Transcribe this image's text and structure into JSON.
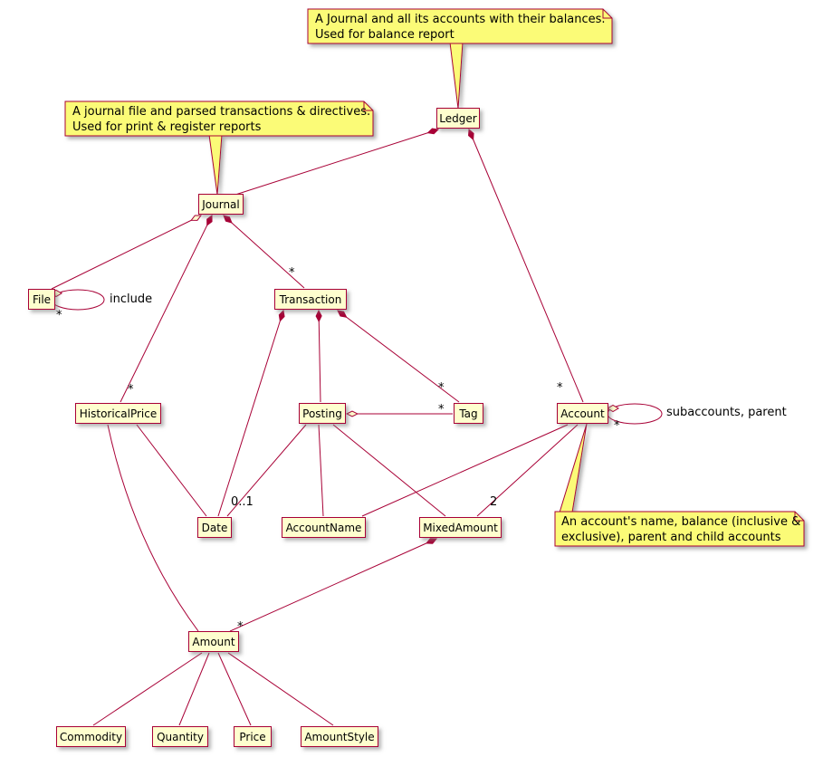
{
  "diagram": {
    "type": "uml-class-diagram",
    "nodes": {
      "ledger": {
        "label": "Ledger"
      },
      "journal": {
        "label": "Journal"
      },
      "file": {
        "label": "File"
      },
      "transaction": {
        "label": "Transaction"
      },
      "historicalprice": {
        "label": "HistoricalPrice"
      },
      "posting": {
        "label": "Posting"
      },
      "tag": {
        "label": "Tag"
      },
      "account": {
        "label": "Account"
      },
      "date": {
        "label": "Date"
      },
      "accountname": {
        "label": "AccountName"
      },
      "mixedamount": {
        "label": "MixedAmount"
      },
      "amount": {
        "label": "Amount"
      },
      "commodity": {
        "label": "Commodity"
      },
      "quantity": {
        "label": "Quantity"
      },
      "price": {
        "label": "Price"
      },
      "amountstyle": {
        "label": "AmountStyle"
      }
    },
    "notes": {
      "ledger": {
        "line1": "A Journal and all its accounts with their balances.",
        "line2": "Used for balance report"
      },
      "journal": {
        "line1": "A journal file and parsed transactions & directives.",
        "line2": "Used for print & register reports"
      },
      "account": {
        "line1": "An account's name, balance (inclusive &",
        "line2": "exclusive), parent and child accounts"
      }
    },
    "edge_labels": {
      "many": "*",
      "zero_or_one": "0..1",
      "two": "2",
      "include": "include",
      "subaccounts": "subaccounts, parent"
    },
    "colors": {
      "node_fill": "#FEFECE",
      "note_fill": "#FBFB77",
      "line": "#A80036",
      "background": "#FFFFFF"
    }
  }
}
